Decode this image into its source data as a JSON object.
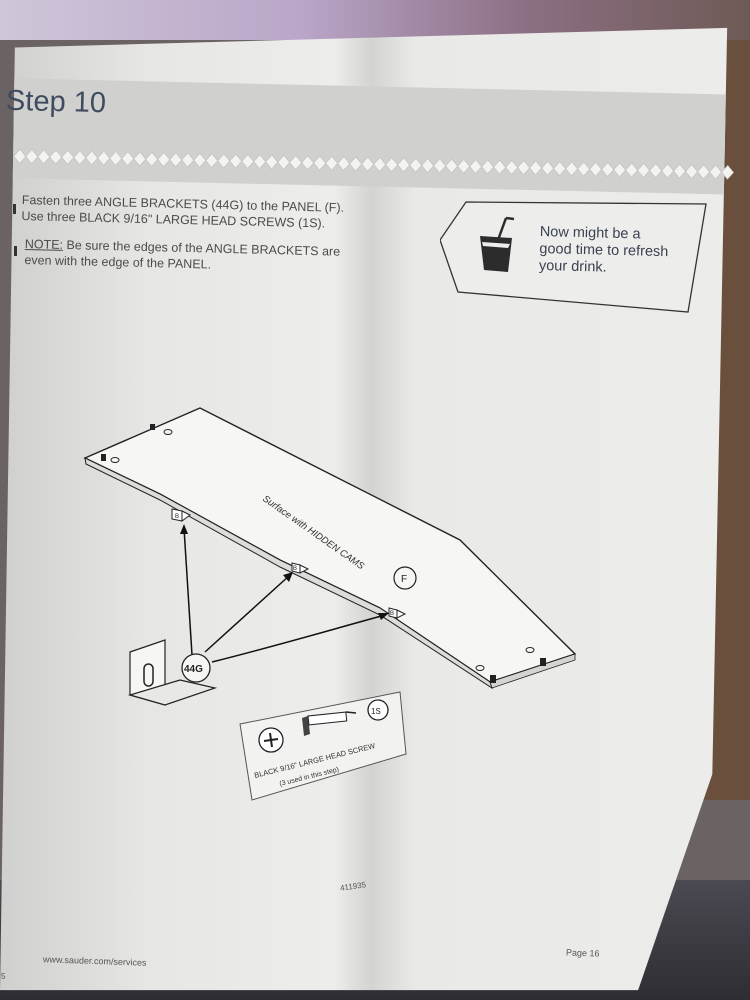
{
  "step": {
    "title": "Step 10"
  },
  "instructions": {
    "line1": "Fasten three ANGLE BRACKETS (44G) to the PANEL (F).",
    "line2": "Use three BLACK 9/16\" LARGE HEAD SCREWS (1S).",
    "note_label": "NOTE:",
    "note_line1": " Be sure the edges of the  ANGLE BRACKETS are",
    "note_line2": "even with the edge of the PANEL."
  },
  "callout": {
    "line1": "Now might be a",
    "line2": "good time to refresh",
    "line3": "your drink.",
    "icon": "drink-cup-icon"
  },
  "diagram": {
    "panel_label": "F",
    "surface_label": "Surface with HIDDEN CAMS",
    "bracket_label": "44G",
    "bracket_small_label": "B",
    "screw_label": "1S",
    "screw_name": "BLACK 9/16\" LARGE HEAD SCREW",
    "screw_qty": "(3 used in this step)"
  },
  "footer": {
    "url": "www.sauder.com/services",
    "page": "Page 16",
    "doc_number": "411935",
    "edge_mark": "5"
  }
}
